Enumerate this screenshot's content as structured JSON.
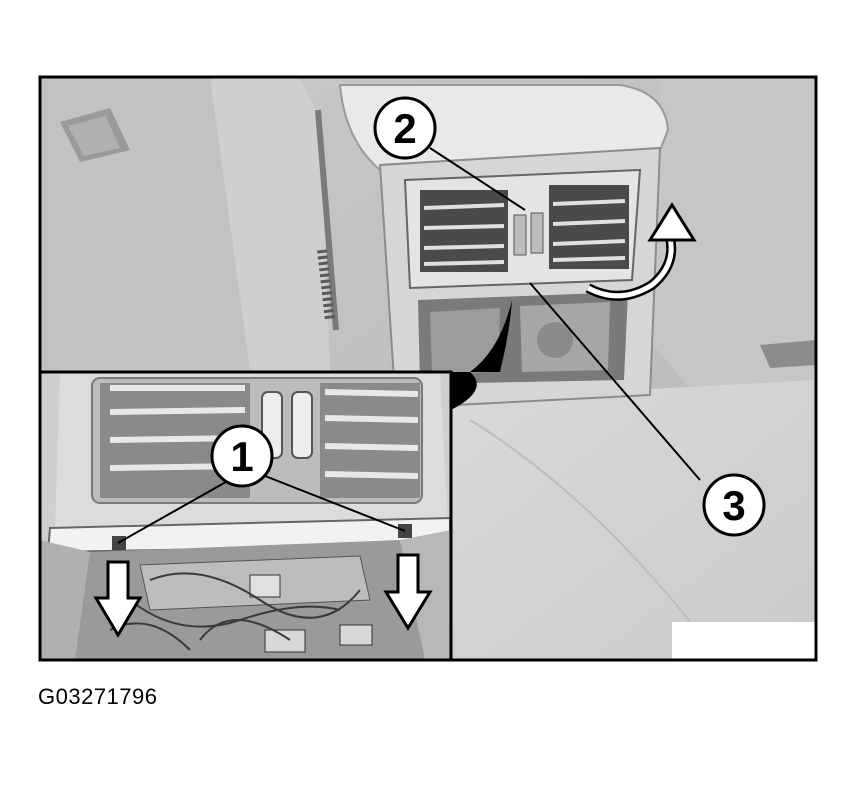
{
  "figure": {
    "id_label": "G03271796",
    "callouts": [
      "1",
      "2",
      "3"
    ]
  },
  "colors": {
    "background": "#ffffff",
    "frame": "#000000",
    "wall_light": "#d4d4d4",
    "wall_mid": "#b4b4b4",
    "console": "#e6e6e6",
    "grille": "#404040"
  }
}
